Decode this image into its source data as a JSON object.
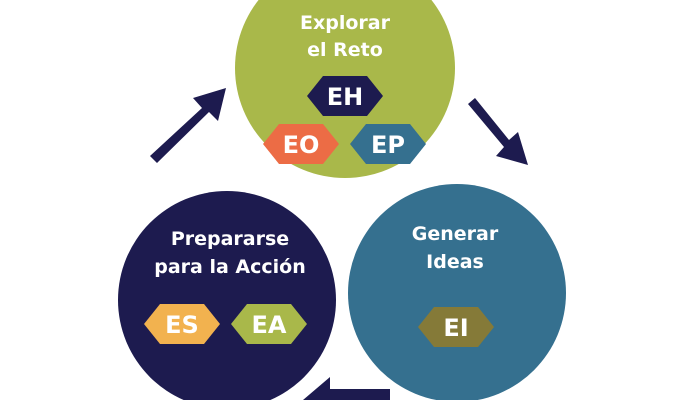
{
  "colors": {
    "green": "#a9b84a",
    "navy": "#1d1b4f",
    "teal": "#35708f",
    "orange": "#ec6c45",
    "yellow": "#f2b24f",
    "olive": "#857a38"
  },
  "stages": [
    {
      "title_line1": "Explorar",
      "title_line2": "el Reto",
      "badges": [
        "EH",
        "EO",
        "EP"
      ]
    },
    {
      "title_line1": "Generar",
      "title_line2": "Ideas",
      "badges": [
        "EI"
      ]
    },
    {
      "title_line1": "Prepararse",
      "title_line2": "para la Acción",
      "badges": [
        "ES",
        "EA"
      ]
    }
  ]
}
